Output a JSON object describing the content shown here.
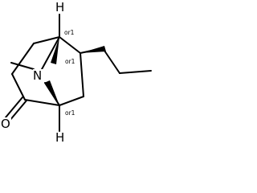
{
  "molecule": {
    "atoms": {
      "nitrogen": "N",
      "oxygen": "O",
      "hydrogen_top": "H",
      "hydrogen_bottom": "H"
    },
    "stereo_labels": {
      "top_bridgehead": "or1",
      "propyl_carbon": "or1",
      "bottom_bridgehead": "or1"
    }
  }
}
